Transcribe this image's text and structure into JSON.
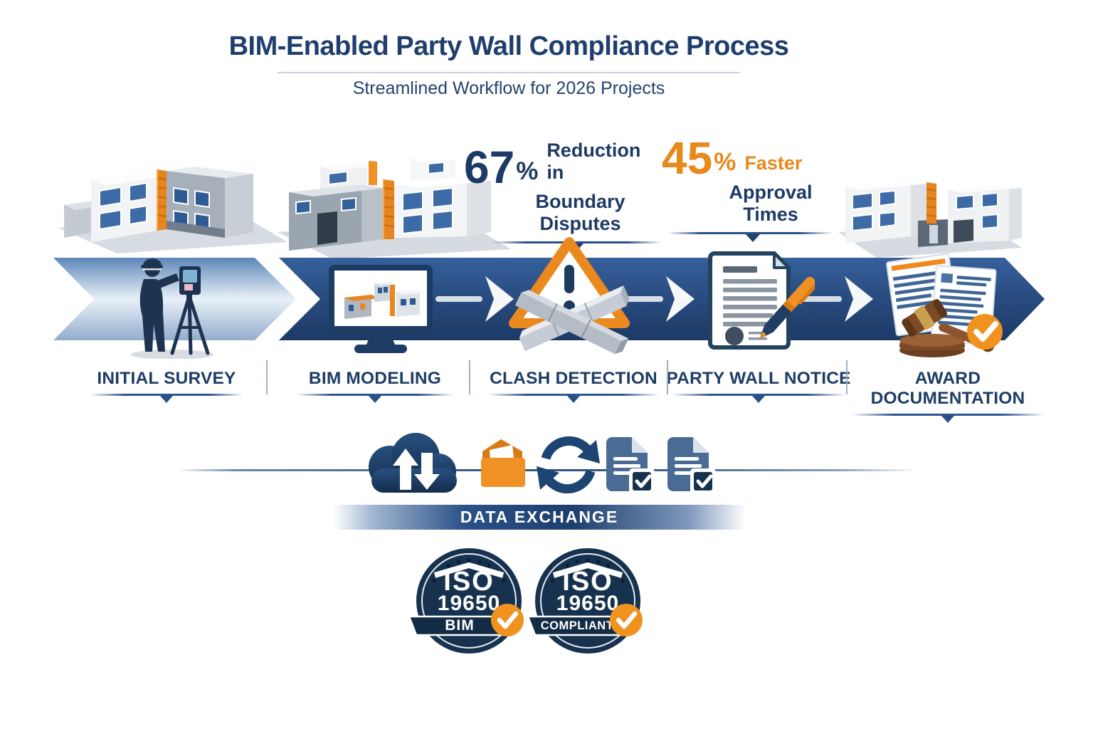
{
  "header": {
    "title": "BIM-Enabled Party Wall Compliance Process",
    "subtitle": "Streamlined Workflow for 2026 Projects"
  },
  "stats": [
    {
      "number": "67",
      "percent": "%",
      "label_line1": "Reduction in",
      "label_line2": "Boundary Disputes",
      "color": "#1d3a66"
    },
    {
      "number": "45",
      "percent": "%",
      "label_line1": "Faster",
      "label_line2": "Approval Times",
      "color": "#e8891c"
    }
  ],
  "stages": [
    {
      "label": "INITIAL SURVEY",
      "icon": "surveyor-theodolite-icon"
    },
    {
      "label": "BIM MODELING",
      "icon": "bim-monitor-icon"
    },
    {
      "label": "CLASH DETECTION",
      "icon": "clash-warning-icon"
    },
    {
      "label": "PARTY WALL NOTICE",
      "icon": "notice-document-pen-icon"
    },
    {
      "label": "AWARD DOCUMENTATION",
      "icon": "gavel-documents-icon"
    }
  ],
  "data_exchange": {
    "label": "DATA EXCHANGE",
    "icons": [
      "cloud-upload-download-icon",
      "folder-icon",
      "sync-arrows-icon",
      "document-check-icon",
      "document-check-icon"
    ]
  },
  "badges": [
    {
      "org": "ISO",
      "number": "19650",
      "ribbon": "BIM"
    },
    {
      "org": "ISO",
      "number": "19650",
      "ribbon": "COMPLIANT"
    }
  ],
  "colors": {
    "navy": "#1e3c66",
    "band_blue": "#2a5188",
    "orange": "#ee8a1e",
    "badge_navy": "#16324f",
    "shadow_gray": "#ccd2da"
  }
}
